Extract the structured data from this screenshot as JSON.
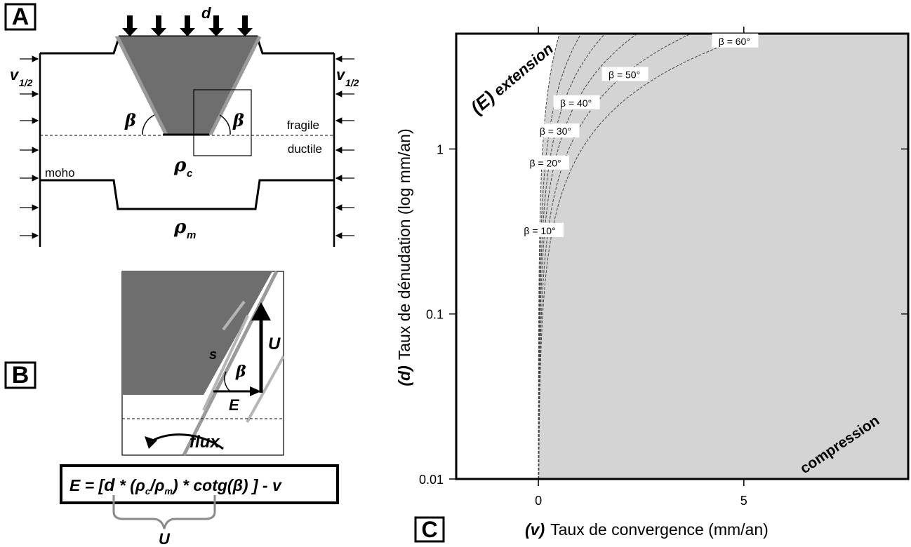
{
  "panel_a": {
    "letter": "A",
    "load_label": "d",
    "velocity_label": "v",
    "velocity_sub": "1/2",
    "angle_label": "β",
    "fragile_label": "fragile",
    "ductile_label": "ductile",
    "moho_label": "moho",
    "rho": "ρ",
    "rho_c_sub": "c",
    "rho_m_sub": "m"
  },
  "panel_b": {
    "letter": "B",
    "s_label": "s",
    "u_label": "U",
    "beta_label": "β",
    "e_label": "E",
    "flux_label": "flux",
    "formula": {
      "lhs": "E = [",
      "d": "d",
      "mult1": " * (ρ",
      "c_sub": "c",
      "slash": "/ρ",
      "m_sub": "m",
      "close": ")",
      "rest": " * cotg(β) ] - v"
    },
    "brace_label": "U"
  },
  "panel_c": {
    "letter": "C",
    "region_extension_prefix": "(E)",
    "region_extension": "extension",
    "region_compression": "compression",
    "xlabel_var": "(v)",
    "xlabel": "Taux de convergence (mm/an)",
    "ylabel_var": "(d)",
    "ylabel": "Taux de dénudation (log mm/an)"
  },
  "chart_data": {
    "type": "line",
    "xlim": [
      -2,
      9
    ],
    "ylim": [
      0.01,
      5
    ],
    "yscale": "log",
    "x_ticks": [
      0,
      5
    ],
    "y_ticks": [
      0.01,
      0.1,
      1
    ],
    "x_tick_labels": [
      "0",
      "5"
    ],
    "y_tick_labels": [
      "0.01",
      "0.1",
      "1"
    ],
    "series": [
      {
        "name": "β = 10°",
        "k": 0.103
      },
      {
        "name": "β = 20°",
        "k": 0.208
      },
      {
        "name": "β = 30°",
        "k": 0.325
      },
      {
        "name": "β = 40°",
        "k": 0.481
      },
      {
        "name": "β = 50°",
        "k": 0.742
      },
      {
        "name": "β = 60°",
        "k": 1.06
      }
    ],
    "label_positions_d": [
      0.32,
      0.82,
      1.28,
      1.9,
      2.82,
      4.5
    ],
    "colors": {
      "compression": "#d4d4d4",
      "extension": "#ffffff",
      "dark": "#a9a9a9"
    }
  }
}
